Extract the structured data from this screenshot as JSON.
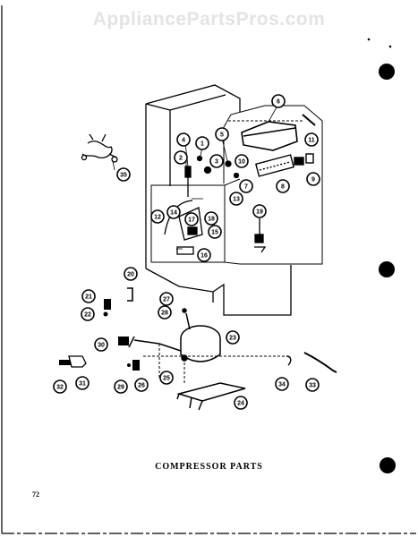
{
  "watermark": "AppliancePartsPros.com",
  "caption": "COMPRESSOR PARTS",
  "page_number": "72",
  "callouts": [
    "1",
    "2",
    "3",
    "4",
    "5",
    "6",
    "7",
    "8",
    "9",
    "10",
    "11",
    "12",
    "13",
    "14",
    "15",
    "16",
    "17",
    "18",
    "19",
    "20",
    "21",
    "22",
    "23",
    "24",
    "25",
    "26",
    "27",
    "28",
    "29",
    "30",
    "31",
    "32",
    "33",
    "34",
    "35"
  ]
}
